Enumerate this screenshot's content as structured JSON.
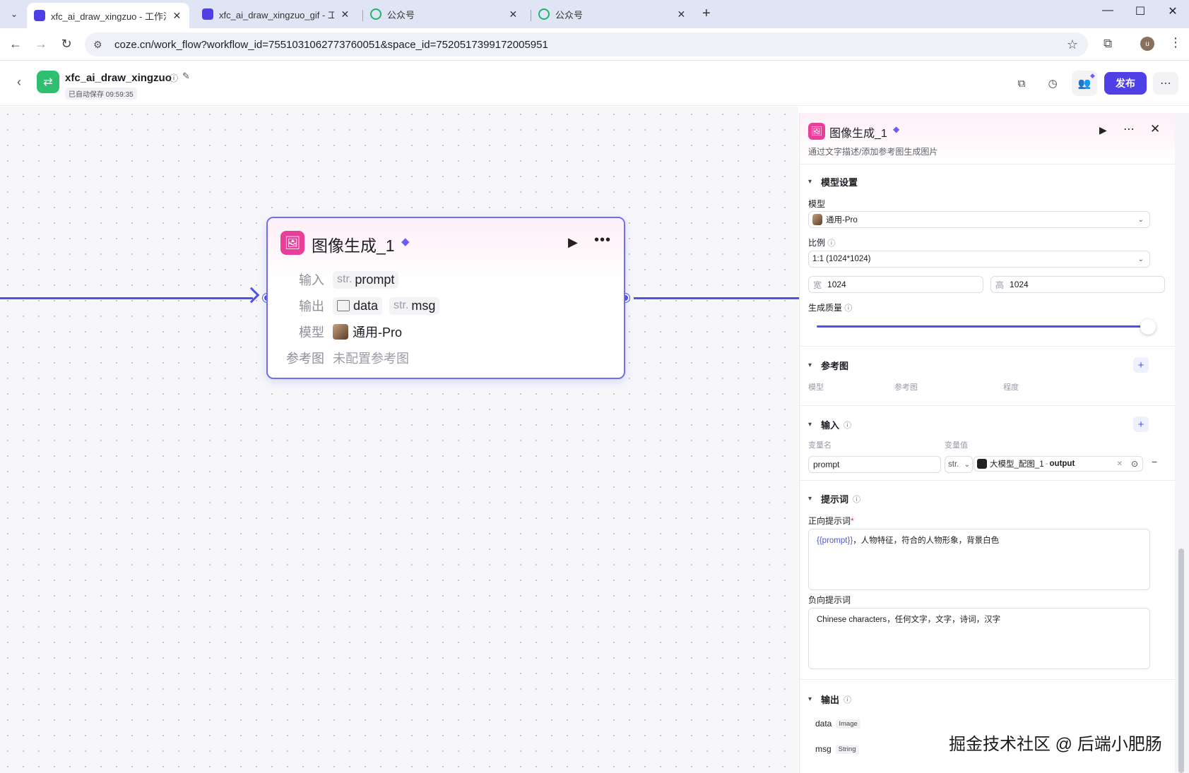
{
  "browser": {
    "tabs": [
      {
        "title": "xfc_ai_draw_xingzuo - 工作流",
        "icon": "coze-icon",
        "active": true
      },
      {
        "title": "xfc_ai_draw_xingzuo_gif - 工",
        "icon": "coze-icon",
        "active": false
      },
      {
        "title": "公众号",
        "icon": "wechat-icon",
        "active": false
      },
      {
        "title": "公众号",
        "icon": "wechat-icon",
        "active": false
      }
    ],
    "url": "coze.cn/work_flow?workflow_id=7551031062773760051&space_id=7520517399172005951",
    "profile_initial": "u"
  },
  "app": {
    "name": "xfc_ai_draw_xingzuo",
    "autosave": "已自动保存 09:59:35",
    "publish_label": "发布"
  },
  "node": {
    "title": "图像生成_1",
    "input_label": "输入",
    "input_type": "str.",
    "input_name": "prompt",
    "output_label": "输出",
    "output_1": "data",
    "output_2_type": "str.",
    "output_2": "msg",
    "model_label": "模型",
    "model_value": "通用-Pro",
    "ref_label": "参考图",
    "ref_value": "未配置参考图"
  },
  "panel": {
    "title": "图像生成_1",
    "description": "通过文字描述/添加参考图生成图片",
    "model_section": "模型设置",
    "model_label": "模型",
    "model_value": "通用-Pro",
    "ratio_label": "比例",
    "ratio_value": "1:1 (1024*1024)",
    "width_prefix": "宽",
    "width_value": "1024",
    "height_prefix": "高",
    "height_value": "1024",
    "quality_label": "生成质量",
    "quality_level": 1.0,
    "ref_section": "参考图",
    "ref_col_model": "模型",
    "ref_col_image": "参考图",
    "ref_col_degree": "程度",
    "input_section": "输入",
    "var_name_label": "变量名",
    "var_value_label": "变量值",
    "input_var_name": "prompt",
    "input_var_type": "str.",
    "input_var_ref_node": "大模型_配图_1",
    "input_var_ref_field": "output",
    "prompt_section": "提示词",
    "positive_label": "正向提示词",
    "positive_var": "{{prompt}}",
    "positive_text": "，人物特征，符合的人物形象，背景白色",
    "negative_label": "负向提示词",
    "negative_text": "Chinese characters，任何文字，文字，诗词，汉字",
    "output_section": "输出",
    "outputs": [
      {
        "name": "data",
        "type": "Image"
      },
      {
        "name": "msg",
        "type": "String"
      }
    ]
  },
  "watermark": "掘金技术社区 @ 后端小肥肠"
}
